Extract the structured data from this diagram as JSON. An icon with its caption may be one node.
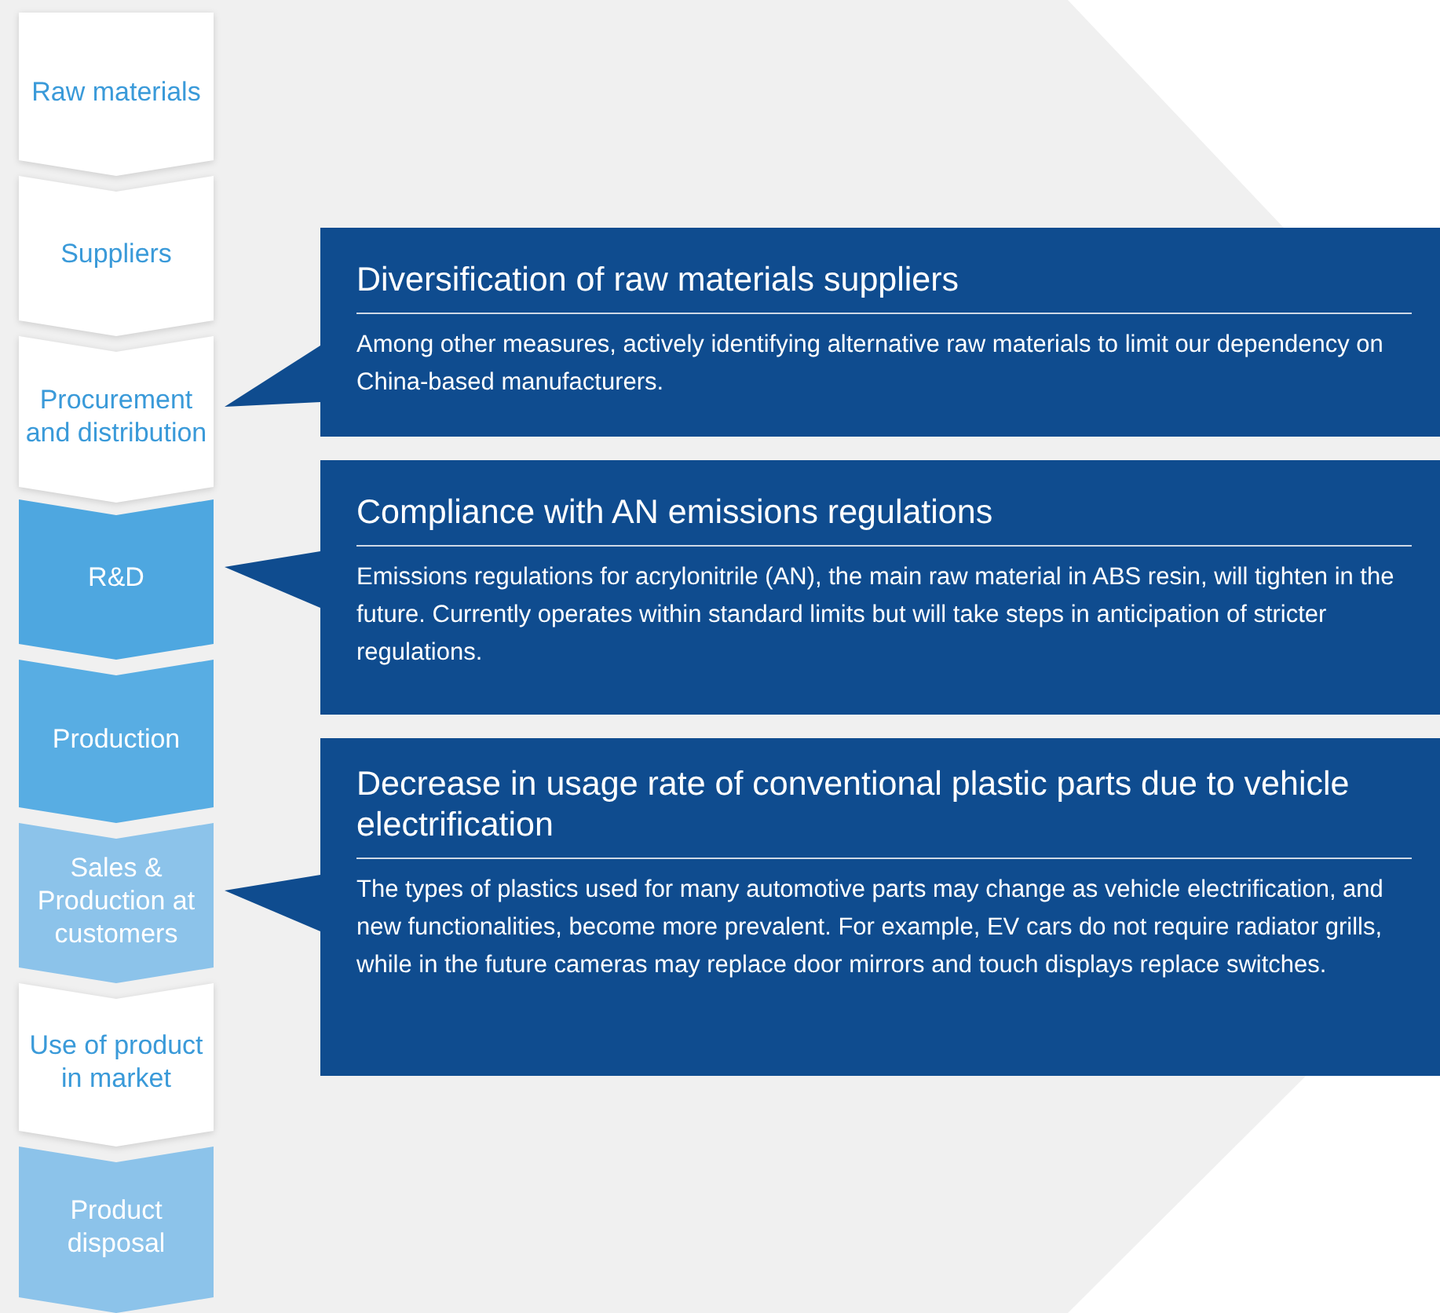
{
  "diagram": {
    "nodes": [
      {
        "text": [
          "Raw materials"
        ]
      },
      {
        "text": [
          "Suppliers"
        ]
      },
      {
        "text": [
          "Procurement and distribution"
        ]
      },
      {
        "text": [
          "R&D"
        ]
      },
      {
        "text": [
          "Production"
        ]
      },
      {
        "text": [
          "Sales & Production at customers"
        ]
      },
      {
        "text": [
          "Use of product in market"
        ]
      },
      {
        "text": [
          "Product disposal"
        ]
      },
      {
        "text": [
          "Diversification of raw materials suppliers",
          "Among other measures, actively identifying alternative raw materials to limit our dependency on China-based manufacturers."
        ]
      },
      {
        "text": [
          "Compliance with AN emissions regulations",
          "Emissions regulations for acrylonitrile (AN), the main raw material in ABS resin, will tighten in the future. Currently operates within standard limits but will take steps in anticipation of stricter regulations."
        ]
      },
      {
        "text": [
          "Decrease in usage rate of conventional plastic parts due to vehicle electrification",
          "The types of plastics used for many automotive parts may change as vehicle electrification, and new functionalities, become more prevalent. For example, EV cars do not require radiator grills, while in the future cameras may replace door mirrors and touch displays replace switches."
        ]
      }
    ],
    "edges": [
      {
        "from": 8,
        "to": 2,
        "arrow": "to"
      },
      {
        "from": 9,
        "to": 3,
        "arrow": "to"
      },
      {
        "from": 10,
        "to": 5,
        "arrow": "to"
      }
    ]
  }
}
